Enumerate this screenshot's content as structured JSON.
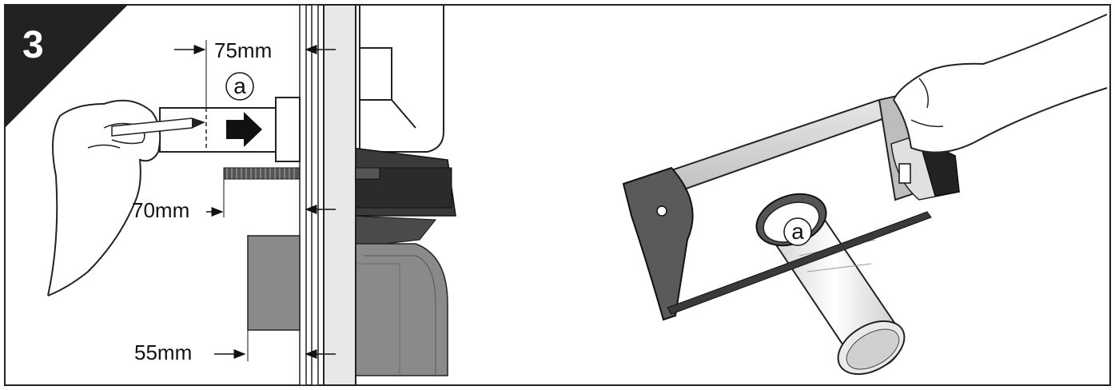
{
  "step_number": "3",
  "dimensions": {
    "d75": "75mm",
    "d70": "70mm",
    "d55": "55mm"
  },
  "callouts": {
    "pipe_left": "a",
    "pipe_right": "a"
  }
}
